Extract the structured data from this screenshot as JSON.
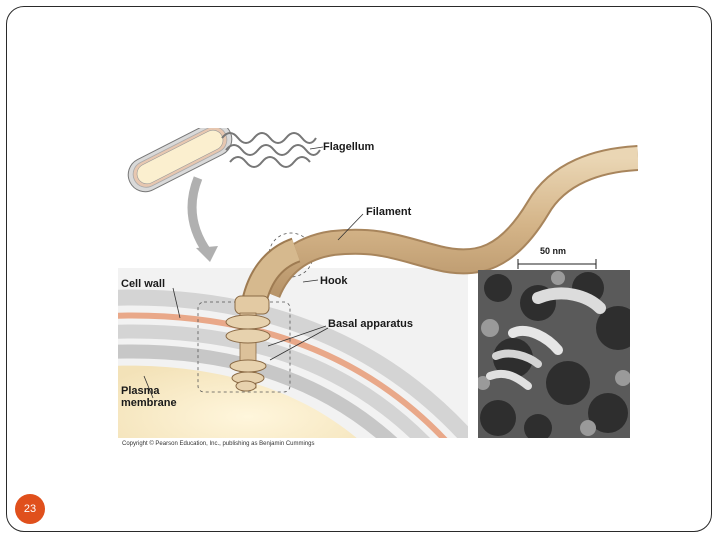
{
  "labels": {
    "flagellum": "Flagellum",
    "filament": "Filament",
    "cell_wall": "Cell wall",
    "hook": "Hook",
    "basal_apparatus": "Basal apparatus",
    "plasma_membrane_1": "Plasma",
    "plasma_membrane_2": "membrane"
  },
  "scale_bar": {
    "label": "50 nm"
  },
  "copyright": "Copyright © Pearson Education, Inc., publishing as Benjamin Cummings",
  "page_number": "23",
  "colors": {
    "accent": "#e0501c",
    "flagellum_tan": "#d7b98c",
    "membrane_gray": "#cfcfcf",
    "peptidoglycan_pink": "#e8a88a"
  }
}
